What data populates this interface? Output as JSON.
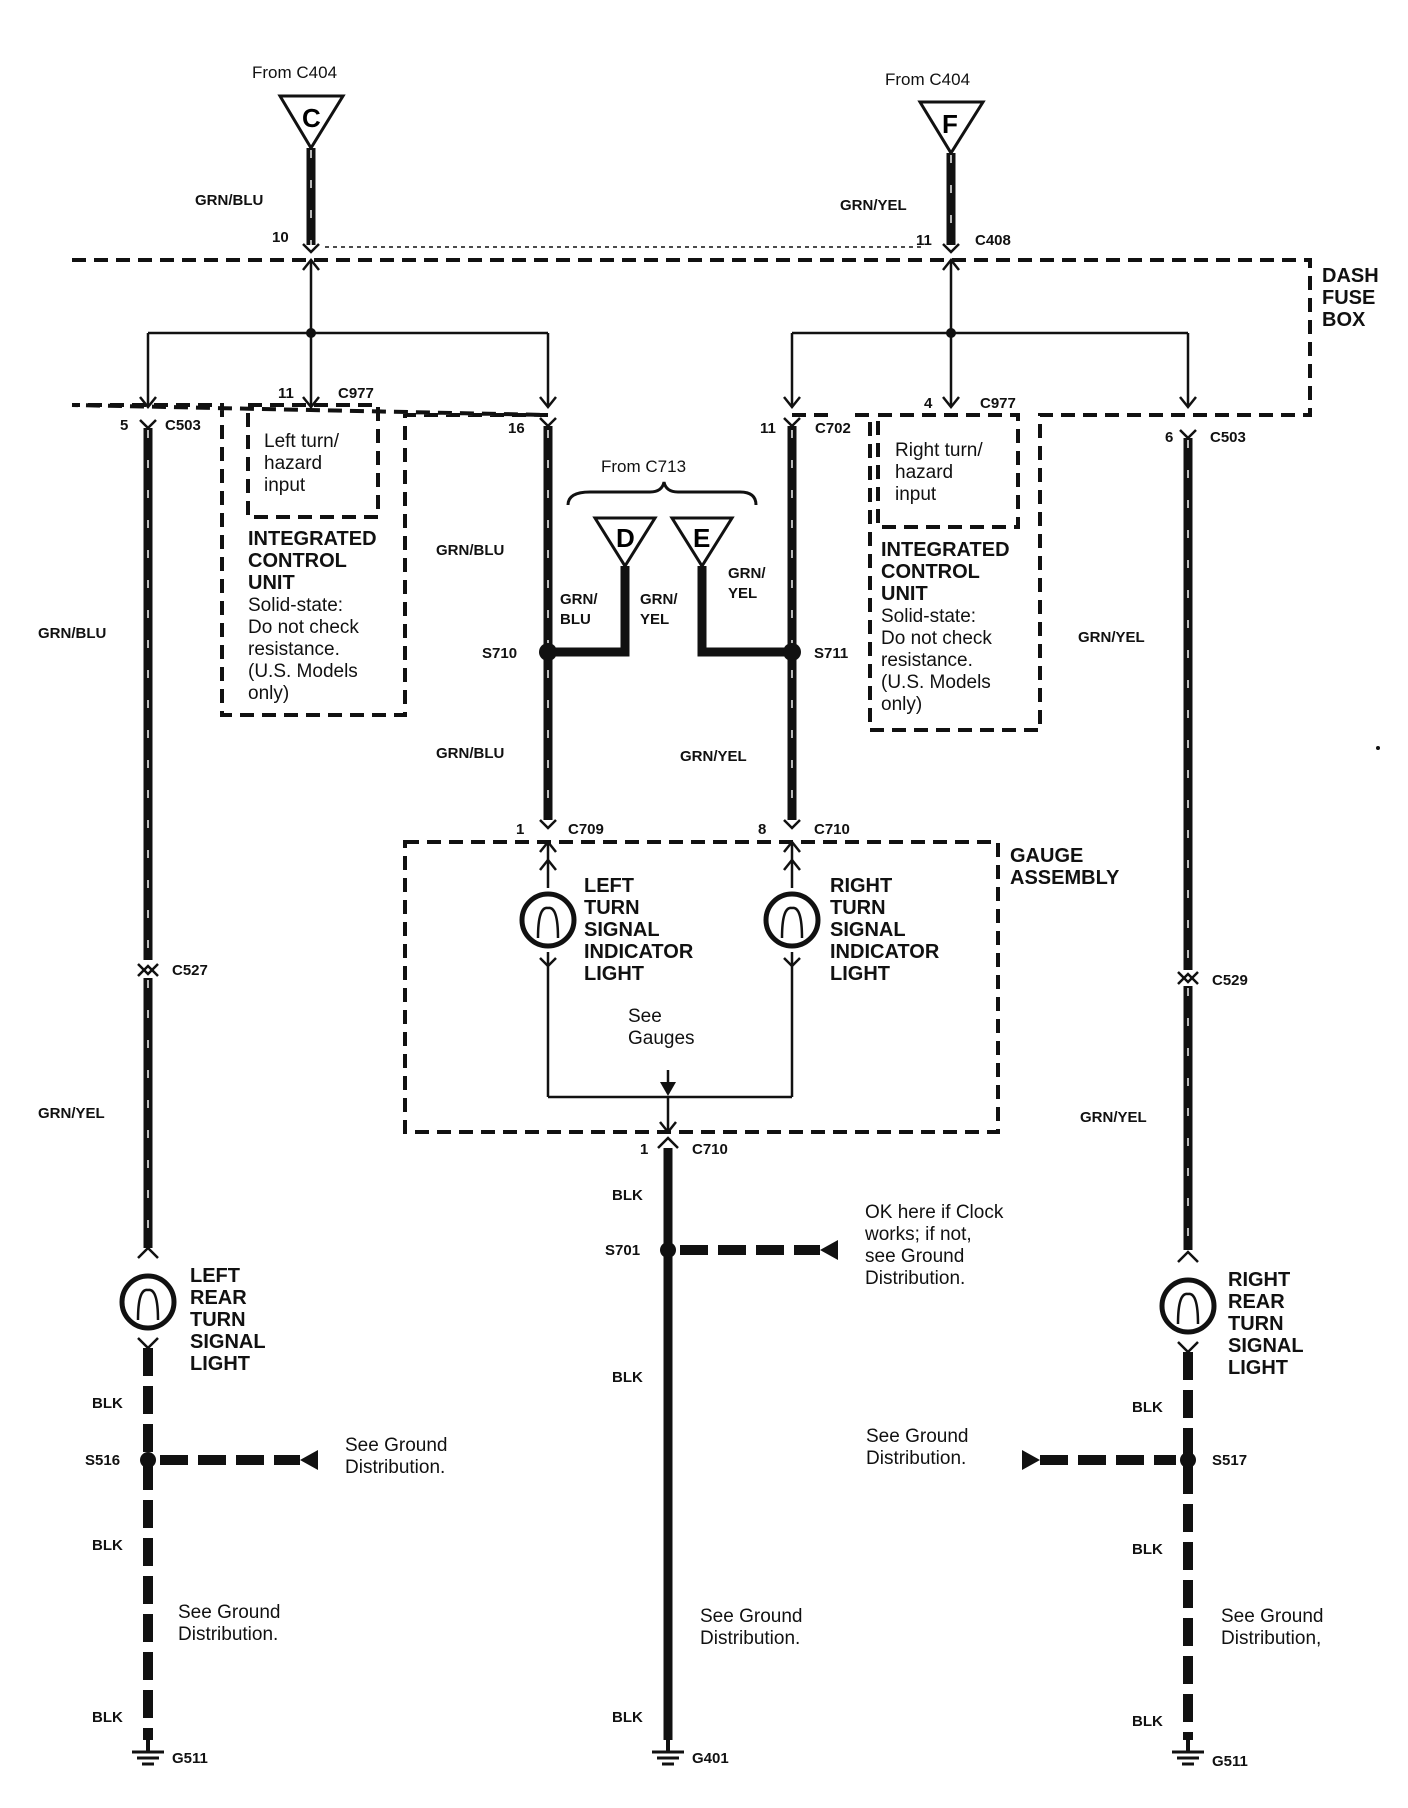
{
  "from_c404": "From C404",
  "from_c713": "From C713",
  "tri_c": "C",
  "tri_f": "F",
  "tri_d": "D",
  "tri_e": "E",
  "dash_fuse_box": [
    "DASH",
    "FUSE",
    "BOX"
  ],
  "connectors": {
    "c408": "C408",
    "c977_left": "C977",
    "c977_right": "C977",
    "c503_left": "C503",
    "c503_right": "C503",
    "c702": "C702",
    "c709": "C709",
    "c710_top": "C710",
    "c710_bottom": "C710",
    "c527": "C527",
    "c529": "C529"
  },
  "pins": {
    "p10": "10",
    "p11_top": "11",
    "p11_c977": "11",
    "p4": "4",
    "p5": "5",
    "p6": "6",
    "p16": "16",
    "p11_c702": "11",
    "p1_c709": "1",
    "p8": "8",
    "p1_c710": "1"
  },
  "splices": {
    "s710": "S710",
    "s711": "S711",
    "s701": "S701",
    "s516": "S516",
    "s517": "S517"
  },
  "grounds": {
    "g511_left": "G511",
    "g401": "G401",
    "g511_right": "G511"
  },
  "wires": {
    "grn_blu": "GRN/BLU",
    "grn_yel": "GRN/YEL",
    "grn_slash": "GRN/",
    "blu": "BLU",
    "yel": "YEL",
    "blk": "BLK"
  },
  "icu_left": {
    "input": [
      "Left turn/",
      "hazard",
      "input"
    ],
    "title": [
      "INTEGRATED",
      "CONTROL",
      "UNIT"
    ],
    "note": [
      "Solid-state:",
      "Do not check",
      "resistance.",
      "(U.S. Models",
      "only)"
    ]
  },
  "icu_right": {
    "input": [
      "Right turn/",
      "hazard",
      "input"
    ],
    "title": [
      "INTEGRATED",
      "CONTROL",
      "UNIT"
    ],
    "note": [
      "Solid-state:",
      "Do not check",
      "resistance.",
      "(U.S. Models",
      "only)"
    ]
  },
  "gauge_assembly": [
    "GAUGE",
    "ASSEMBLY"
  ],
  "left_indicator": [
    "LEFT",
    "TURN",
    "SIGNAL",
    "INDICATOR",
    "LIGHT"
  ],
  "right_indicator": [
    "RIGHT",
    "TURN",
    "SIGNAL",
    "INDICATOR",
    "LIGHT"
  ],
  "see_gauges": [
    "See",
    "Gauges"
  ],
  "left_rear": [
    "LEFT",
    "REAR",
    "TURN",
    "SIGNAL",
    "LIGHT"
  ],
  "right_rear": [
    "RIGHT",
    "REAR",
    "TURN",
    "SIGNAL",
    "LIGHT"
  ],
  "clock_note": [
    "OK here if Clock",
    "works; if not,",
    "see Ground",
    "Distribution."
  ],
  "see_ground_516": [
    "See Ground",
    "Distribution."
  ],
  "see_ground_517": [
    "See Ground",
    "Distribution."
  ],
  "see_ground_left": [
    "See Ground",
    "Distribution."
  ],
  "see_ground_mid": [
    "See Ground",
    "Distribution."
  ],
  "see_ground_right": [
    "See Ground",
    "Distribution,"
  ]
}
